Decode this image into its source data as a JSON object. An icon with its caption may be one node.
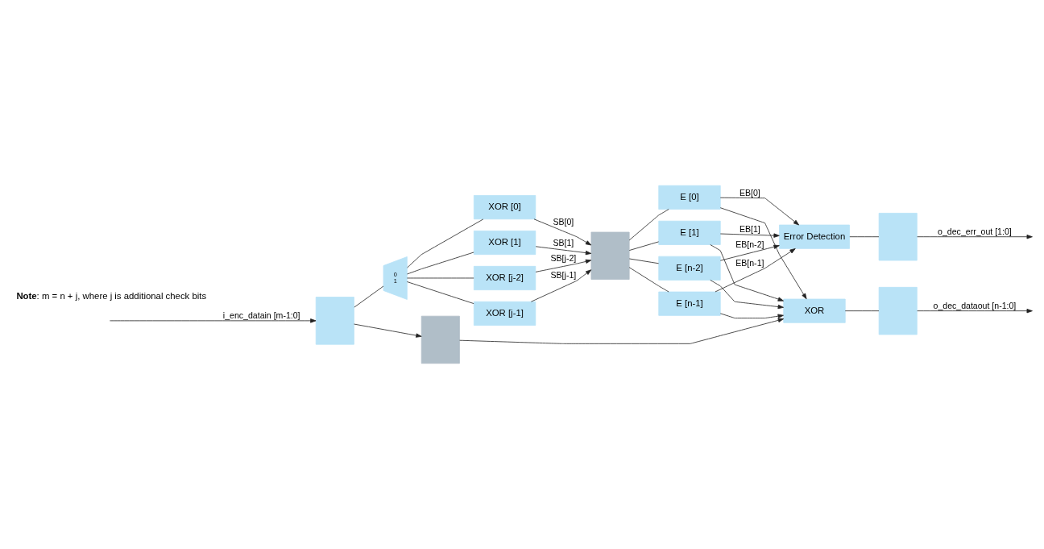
{
  "diagram": {
    "nodes": [
      {
        "text": [],
        "shape": "box"
      },
      {
        "text": [
          "0",
          "1"
        ]
      },
      {
        "text": [
          "XOR [0]"
        ]
      },
      {
        "text": [
          "XOR [1]"
        ]
      },
      {
        "text": [
          "XOR [j-2]"
        ]
      },
      {
        "text": [
          "XOR [j-1]"
        ]
      },
      {
        "text": [],
        "shape": "box"
      },
      {
        "text": [
          "E [0]"
        ]
      },
      {
        "text": [
          "E [1]"
        ]
      },
      {
        "text": [
          "E [n-2]"
        ]
      },
      {
        "text": [
          "E [n-1]"
        ]
      },
      {
        "text": [
          "Error Detection"
        ]
      },
      {
        "text": [
          "XOR"
        ]
      },
      {
        "text": [],
        "shape": "box"
      },
      {
        "text": [],
        "shape": "box"
      },
      {
        "text": [],
        "shape": "box"
      }
    ],
    "edges": [
      {
        "from": null,
        "to": 0,
        "arrow": "to",
        "label": "i_enc_datain [m-1:0]"
      },
      {
        "from": 0,
        "to": 1,
        "arrow": "none"
      },
      {
        "from": 0,
        "to": 15,
        "arrow": "to"
      },
      {
        "from": 1,
        "to": 2,
        "arrow": "none"
      },
      {
        "from": 1,
        "to": 3,
        "arrow": "none"
      },
      {
        "from": 1,
        "to": 4,
        "arrow": "none"
      },
      {
        "from": 1,
        "to": 5,
        "arrow": "none"
      },
      {
        "from": 2,
        "to": 6,
        "arrow": "to",
        "label": "SB[0]"
      },
      {
        "from": 3,
        "to": 6,
        "arrow": "to",
        "label": "SB[1]"
      },
      {
        "from": 4,
        "to": 6,
        "arrow": "to",
        "label": "SB[j-2]"
      },
      {
        "from": 5,
        "to": 6,
        "arrow": "to",
        "label": "SB[j-1]"
      },
      {
        "from": 6,
        "to": 7,
        "arrow": "none"
      },
      {
        "from": 6,
        "to": 8,
        "arrow": "none"
      },
      {
        "from": 6,
        "to": 9,
        "arrow": "none"
      },
      {
        "from": 6,
        "to": 10,
        "arrow": "none"
      },
      {
        "from": 7,
        "to": 11,
        "arrow": "to",
        "label": "EB[0]"
      },
      {
        "from": 8,
        "to": 11,
        "arrow": "to",
        "label": "EB[1]"
      },
      {
        "from": 9,
        "to": 11,
        "arrow": "to",
        "label": "EB[n-2]"
      },
      {
        "from": 10,
        "to": 11,
        "arrow": "to",
        "label": "EB[n-1]"
      },
      {
        "from": 7,
        "to": 12,
        "arrow": "to"
      },
      {
        "from": 8,
        "to": 12,
        "arrow": "to"
      },
      {
        "from": 9,
        "to": 12,
        "arrow": "to"
      },
      {
        "from": 10,
        "to": 12,
        "arrow": "to"
      },
      {
        "from": 15,
        "to": 12,
        "arrow": "to"
      },
      {
        "from": 11,
        "to": 13,
        "arrow": "none"
      },
      {
        "from": 12,
        "to": 14,
        "arrow": "none"
      },
      {
        "from": 13,
        "to": null,
        "arrow": "to",
        "label": "o_dec_err_out [1:0]"
      },
      {
        "from": 14,
        "to": null,
        "arrow": "to",
        "label": "o_dec_dataout [n-1:0]"
      }
    ],
    "labels": [
      "**Note**: m = n + j, where j is additional check bits"
    ]
  }
}
